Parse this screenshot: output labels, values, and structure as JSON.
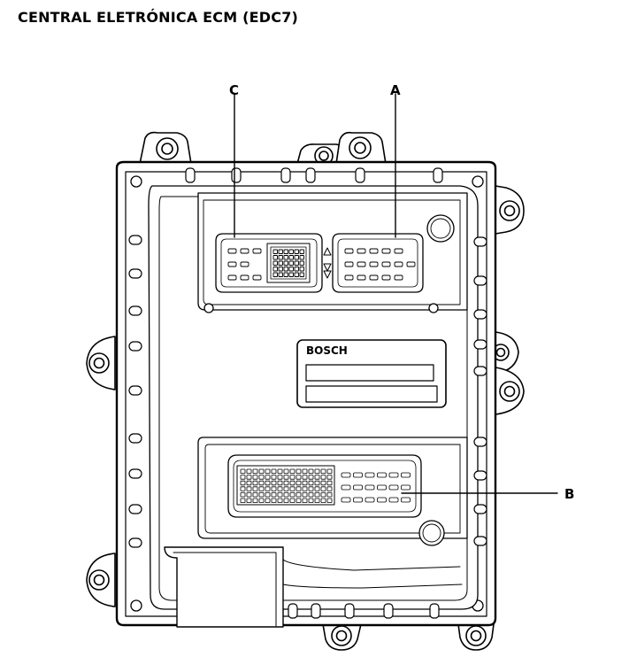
{
  "title": "CENTRAL ELETRÓNICA ECM (EDC7)",
  "labels": {
    "a": "A",
    "b": "B",
    "c": "C"
  },
  "brand": "BOSCH",
  "colors": {
    "line": "#000000",
    "fill": "#ffffff"
  }
}
